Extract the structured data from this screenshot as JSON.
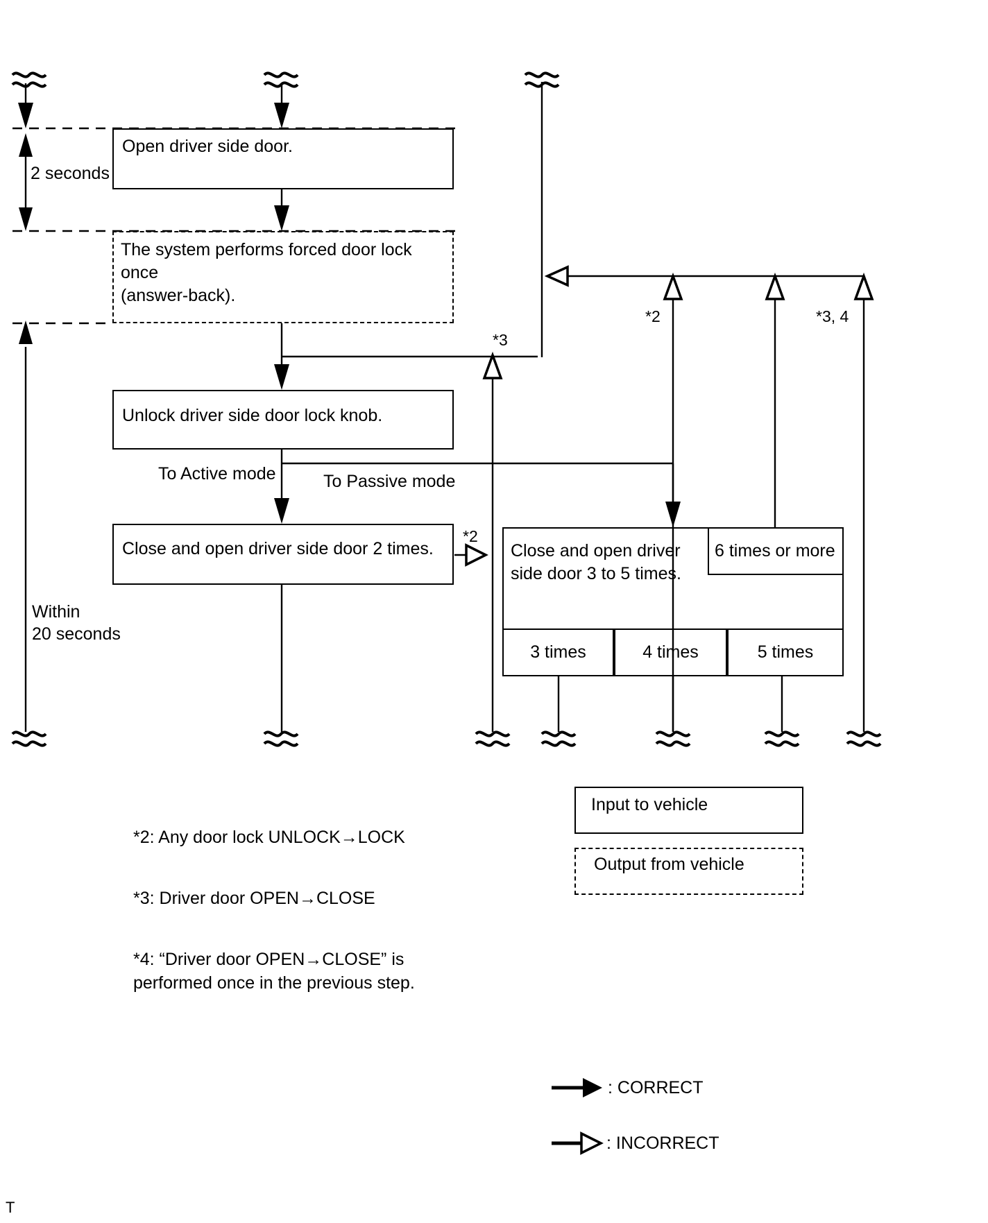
{
  "diagram": {
    "title": "Smart key registration / mode switching sequence",
    "type": "flowchart-timing-diagram",
    "boxes": [
      {
        "id": "open-driver-door",
        "text": "Open driver side door.",
        "style": "solid",
        "kind": "input-to-vehicle"
      },
      {
        "id": "forced-door-lock",
        "text": "The system performs forced door lock once\n(answer-back).",
        "style": "dashed",
        "kind": "output-from-vehicle"
      },
      {
        "id": "unlock-knob",
        "text": "Unlock driver side door lock knob.",
        "style": "solid",
        "kind": "input-to-vehicle"
      },
      {
        "id": "close-open-2-times",
        "text": "Close and open driver side door 2 times.",
        "style": "solid",
        "kind": "input-to-vehicle"
      },
      {
        "id": "close-open-3-to-5",
        "text": "Close and open driver\nside door 3 to 5 times.",
        "style": "solid",
        "kind": "input-to-vehicle"
      },
      {
        "id": "six-times-or-more",
        "text": "6 times or more",
        "style": "solid",
        "kind": "input-to-vehicle"
      }
    ],
    "count_cells": [
      {
        "id": "three-times",
        "text": "3 times"
      },
      {
        "id": "four-times",
        "text": "4 times"
      },
      {
        "id": "five-times",
        "text": "5 times"
      }
    ],
    "timing_labels": [
      {
        "id": "two-seconds",
        "text": "2 seconds"
      },
      {
        "id": "within-20-seconds",
        "text": "Within\n20 seconds"
      }
    ],
    "branch_labels": [
      {
        "id": "to-active-mode",
        "text": "To Active mode"
      },
      {
        "id": "to-passive-mode",
        "text": "To Passive mode"
      }
    ],
    "footnote_markers": [
      {
        "id": "marker-star3-left",
        "text": "*3"
      },
      {
        "id": "marker-star2-mid",
        "text": "*2"
      },
      {
        "id": "marker-star2-right",
        "text": "*2"
      },
      {
        "id": "marker-star34-right",
        "text": "*3, 4"
      }
    ],
    "footnotes": [
      {
        "id": "footnote-2",
        "text": "*2: Any door lock UNLOCK→LOCK"
      },
      {
        "id": "footnote-3",
        "text": "*3: Driver door OPEN→CLOSE"
      },
      {
        "id": "footnote-4",
        "text": "*4: “Driver door OPEN→CLOSE” is\n      performed once in the previous step."
      }
    ],
    "legend": {
      "input_box_label": "Input to vehicle",
      "output_box_label": "Output from vehicle",
      "correct_label": ": CORRECT",
      "incorrect_label": ": INCORRECT"
    },
    "page_tail": "T",
    "colors": {
      "line": "#000000",
      "background": "#ffffff",
      "text": "#000000"
    }
  }
}
